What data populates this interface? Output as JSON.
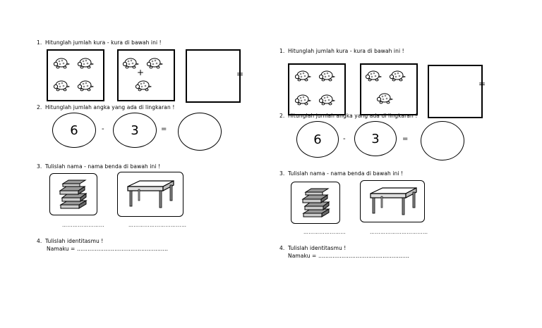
{
  "worksheet": {
    "q1": {
      "number": "1.",
      "text": "Hitunglah jumlah kura - kura di bawah ini !",
      "plus": "+",
      "equals": "="
    },
    "q2": {
      "number": "2.",
      "text": "Hitunglah jumlah angka yang ada di lingkaran !",
      "a": "6",
      "minus": "-",
      "b": "3",
      "equals": "="
    },
    "q3": {
      "number": "3.",
      "text": "Tulislah nama - nama benda di bawah ini !",
      "blank1": "……………………",
      "blank2": "……………………………"
    },
    "q4": {
      "number": "4.",
      "text": "Tulislah identitasmu !",
      "label": "Namaku = ",
      "blank": "……………………………………………"
    }
  }
}
